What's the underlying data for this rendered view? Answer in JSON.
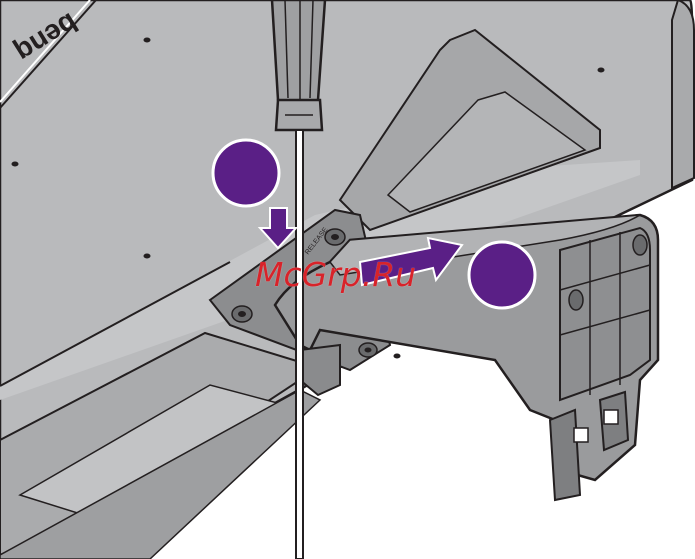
{
  "figure": {
    "brand_text": "benq",
    "release_label": "RELEASE",
    "watermark": "McGrp.Ru",
    "step_circle_color": "#5a1f86",
    "arrow_color": "#5a1f86",
    "panel_color": "#b9babc",
    "stand_color": "#9a9b9d"
  }
}
